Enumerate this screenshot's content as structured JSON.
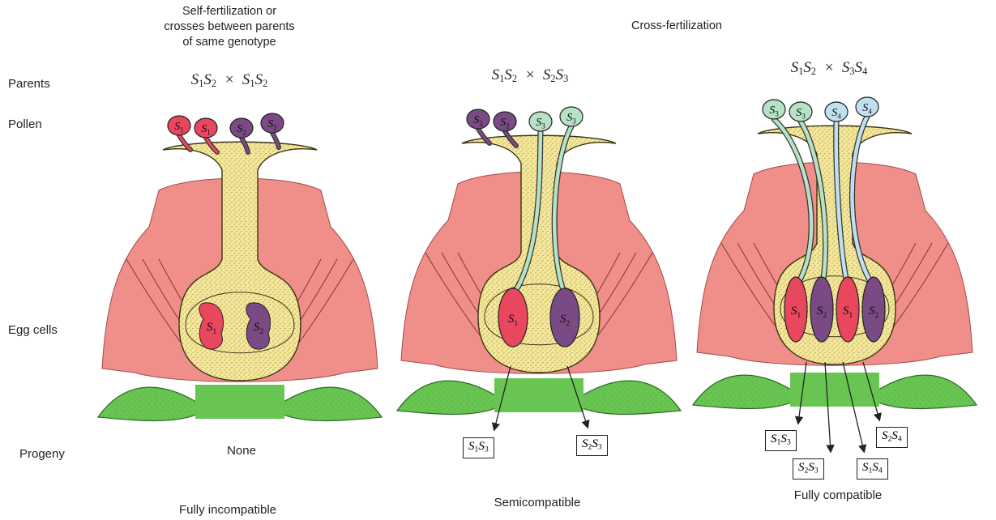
{
  "headers": {
    "self": [
      "Self-fertilization or",
      "crosses between parents",
      "of same genotype"
    ],
    "cross": "Cross-fertilization"
  },
  "row_labels": {
    "parents": "Parents",
    "pollen": "Pollen",
    "egg_cells": "Egg cells",
    "progeny": "Progeny"
  },
  "panels": [
    {
      "cross": "S1S2 × S1S2",
      "pollen": [
        "S1",
        "S1",
        "S2",
        "S2"
      ],
      "eggs": [
        "S1",
        "S2"
      ],
      "progeny_text": "None",
      "progeny": [],
      "result": "Fully incompatible"
    },
    {
      "cross": "S1S2 × S2S3",
      "pollen": [
        "S2",
        "S2",
        "S3",
        "S3"
      ],
      "eggs": [
        "S1",
        "S2"
      ],
      "progeny_text": "",
      "progeny": [
        "S1S3",
        "S2S3"
      ],
      "result": "Semicompatible"
    },
    {
      "cross": "S1S2 × S3S4",
      "pollen": [
        "S3",
        "S3",
        "S4",
        "S4"
      ],
      "eggs": [
        "S1",
        "S2",
        "S1",
        "S2"
      ],
      "progeny_text": "",
      "progeny": [
        "S1S3",
        "S2S3",
        "S1S4",
        "S2S4"
      ],
      "result": "Fully compatible"
    }
  ],
  "colors": {
    "petal": "#f08e8a",
    "pistil": "#f4e79a",
    "leaf": "#69c552",
    "s1": "#e8475e",
    "s2": "#7a4a84",
    "s3": "#b6e2c6",
    "s4": "#bfe0ef"
  }
}
